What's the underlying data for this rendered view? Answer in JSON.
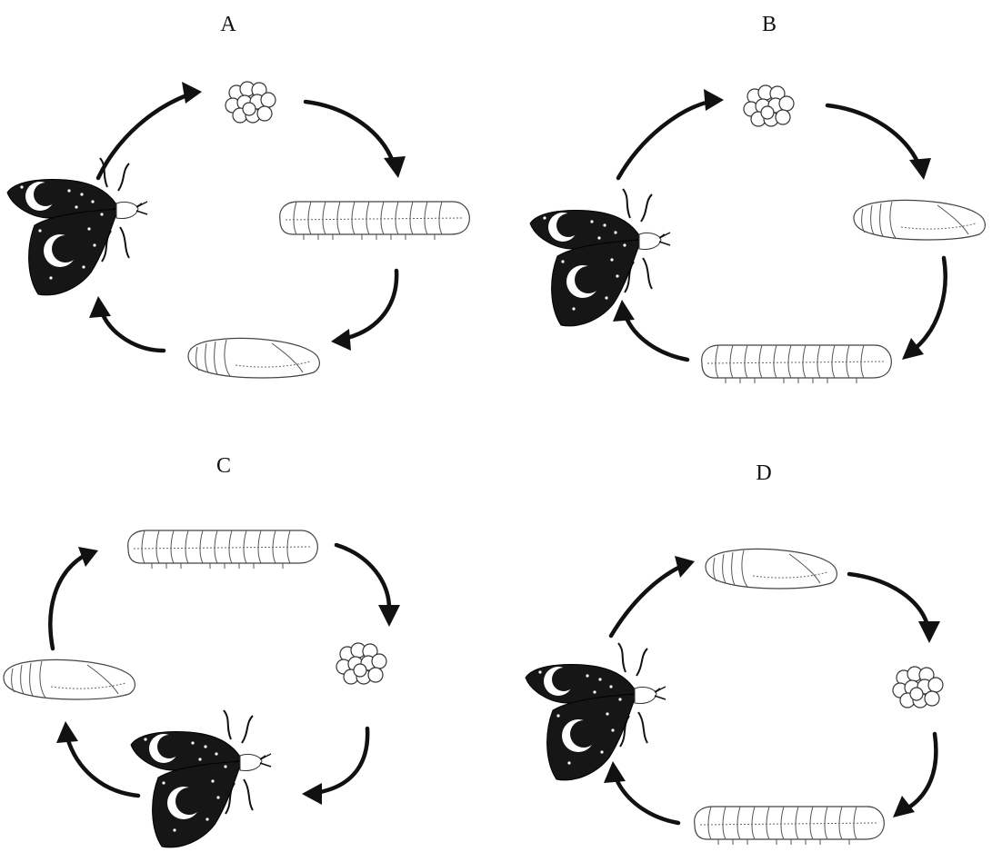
{
  "figure": {
    "panels": [
      {
        "label": "A",
        "stage_order": [
          "adult-moth",
          "eggs",
          "larva",
          "pupa"
        ]
      },
      {
        "label": "B",
        "stage_order": [
          "adult-moth",
          "eggs",
          "pupa",
          "larva"
        ]
      },
      {
        "label": "C",
        "stage_order": [
          "larva",
          "eggs",
          "adult-moth",
          "pupa"
        ]
      },
      {
        "label": "D",
        "stage_order": [
          "pupa",
          "eggs",
          "larva",
          "adult-moth"
        ]
      }
    ],
    "colors": {
      "ink": "#111111",
      "paper": "#ffffff"
    }
  }
}
